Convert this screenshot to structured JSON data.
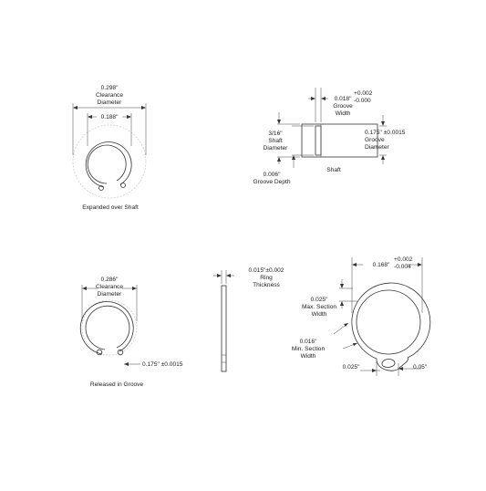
{
  "view1": {
    "clearance": [
      "0.298\"",
      "Clearance",
      "Diameter"
    ],
    "inner": "0.188\"",
    "caption": "Expanded over Shaft"
  },
  "shaft": {
    "groove_width": [
      "0.018\"",
      "Groove",
      "Width"
    ],
    "groove_width_tol": [
      "+0.002",
      "-0.000"
    ],
    "shaft_diameter": [
      "3/16\"",
      "Shaft",
      "Diameter"
    ],
    "groove_diameter": [
      "0.175\" ±0.0015",
      "Groove",
      "Diameter"
    ],
    "groove_depth": [
      "0.006\"",
      "Groove Depth"
    ],
    "caption": "Shaft"
  },
  "view2": {
    "clearance": [
      "0.286\"",
      "Clearance",
      "Diameter"
    ],
    "groove_dim": "0.175\" ±0.0015",
    "caption": "Released in Groove"
  },
  "thickness": {
    "label": [
      "0.015\"±0.002",
      "Ring",
      "Thickness"
    ]
  },
  "detail": {
    "width_168": "0.168\"",
    "width_168_tol": [
      "+0.002",
      "-0.004"
    ],
    "max_section": [
      "0.025\"",
      "Max. Section",
      "Width"
    ],
    "min_section": [
      "0.016\"",
      "Min. Section",
      "Width"
    ],
    "bottom_025": "0.025\"",
    "bottom_05": "0.05\""
  }
}
